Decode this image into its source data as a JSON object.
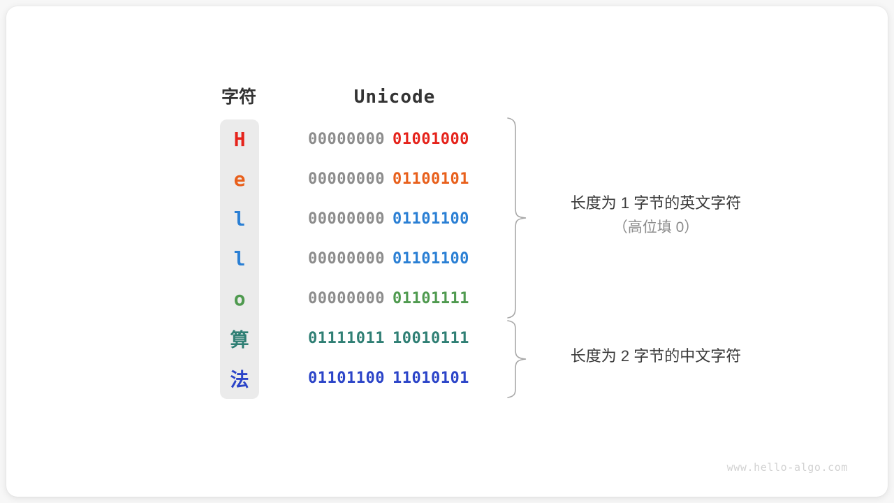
{
  "diagram": {
    "title_columns": {
      "character": "字符",
      "unicode": "Unicode"
    },
    "watermark": "www.hello-algo.com",
    "colors": {
      "background": "#f7f7f7",
      "card": "#ffffff",
      "column_fill": "#ebebeb",
      "header_text": "#333333",
      "padding_bits": "#8c8c8c",
      "annotation_text": "#3b3b3b",
      "annotation_sub_text": "#8c8c8c",
      "brace": "#a8a8a8",
      "watermark": "#d2d2d2",
      "red": "#e5231b",
      "orange": "#e8601c",
      "blue": "#2a7fd4",
      "green": "#4f9a4f",
      "teal": "#2f7f74",
      "indigo": "#2b44c8"
    },
    "rows": [
      {
        "char": "H",
        "char_color": "#e5231b",
        "high_byte": "00000000",
        "high_byte_color": "#8c8c8c",
        "low_byte": "01001000",
        "low_byte_color": "#e5231b",
        "is_cjk": false
      },
      {
        "char": "e",
        "char_color": "#e8601c",
        "high_byte": "00000000",
        "high_byte_color": "#8c8c8c",
        "low_byte": "01100101",
        "low_byte_color": "#e8601c",
        "is_cjk": false
      },
      {
        "char": "l",
        "char_color": "#2a7fd4",
        "high_byte": "00000000",
        "high_byte_color": "#8c8c8c",
        "low_byte": "01101100",
        "low_byte_color": "#2a7fd4",
        "is_cjk": false
      },
      {
        "char": "l",
        "char_color": "#2a7fd4",
        "high_byte": "00000000",
        "high_byte_color": "#8c8c8c",
        "low_byte": "01101100",
        "low_byte_color": "#2a7fd4",
        "is_cjk": false
      },
      {
        "char": "o",
        "char_color": "#4f9a4f",
        "high_byte": "00000000",
        "high_byte_color": "#8c8c8c",
        "low_byte": "01101111",
        "low_byte_color": "#4f9a4f",
        "is_cjk": false
      },
      {
        "char": "算",
        "char_color": "#2f7f74",
        "high_byte": "01111011",
        "high_byte_color": "#2f7f74",
        "low_byte": "10010111",
        "low_byte_color": "#2f7f74",
        "is_cjk": true
      },
      {
        "char": "法",
        "char_color": "#2b44c8",
        "high_byte": "01101100",
        "high_byte_color": "#2b44c8",
        "low_byte": "11010101",
        "low_byte_color": "#2b44c8",
        "is_cjk": true
      }
    ],
    "annotations": [
      {
        "id": "ascii-group",
        "line1": "长度为 1 字节的英文字符",
        "line2": "（高位填 0）",
        "covers_rows": [
          0,
          1,
          2,
          3,
          4
        ]
      },
      {
        "id": "cjk-group",
        "line1": "长度为 2 字节的中文字符",
        "line2": "",
        "covers_rows": [
          5,
          6
        ]
      }
    ]
  }
}
